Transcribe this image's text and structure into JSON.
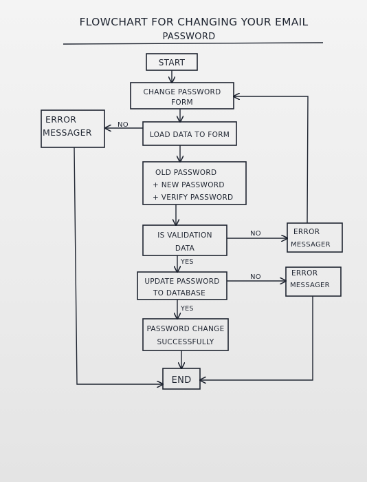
{
  "title": {
    "line1": "FLOWCHART FOR CHANGING YOUR EMAIL",
    "line2": "PASSWORD"
  },
  "nodes": {
    "start": "START",
    "change_form": [
      "CHANGE PASSWORD",
      "FORM"
    ],
    "load_data": "LOAD DATA TO FORM",
    "passwords": [
      "OLD PASSWORD",
      "+ NEW PASSWORD",
      "+ VERIFY PASSWORD"
    ],
    "validation": [
      "IS VALIDATION",
      "DATA"
    ],
    "update": [
      "UPDATE PASSWORD",
      "TO DATABASE"
    ],
    "success": [
      "PASSWORD CHANGE",
      "SUCCESSFULLY"
    ],
    "end": "END",
    "error_left": [
      "ERROR",
      "MESSAGER"
    ],
    "error_right1": [
      "ERROR",
      "MESSAGER"
    ],
    "error_right2": [
      "ERROR",
      "MESSAGER"
    ]
  },
  "edge_labels": {
    "load_no": "NO",
    "validation_no": "NO",
    "validation_yes": "YES",
    "update_no": "NO",
    "update_yes": "YES"
  },
  "colors": {
    "ink": "#1e2430",
    "paper": "#f0f0f0",
    "background": "#8d9094"
  }
}
